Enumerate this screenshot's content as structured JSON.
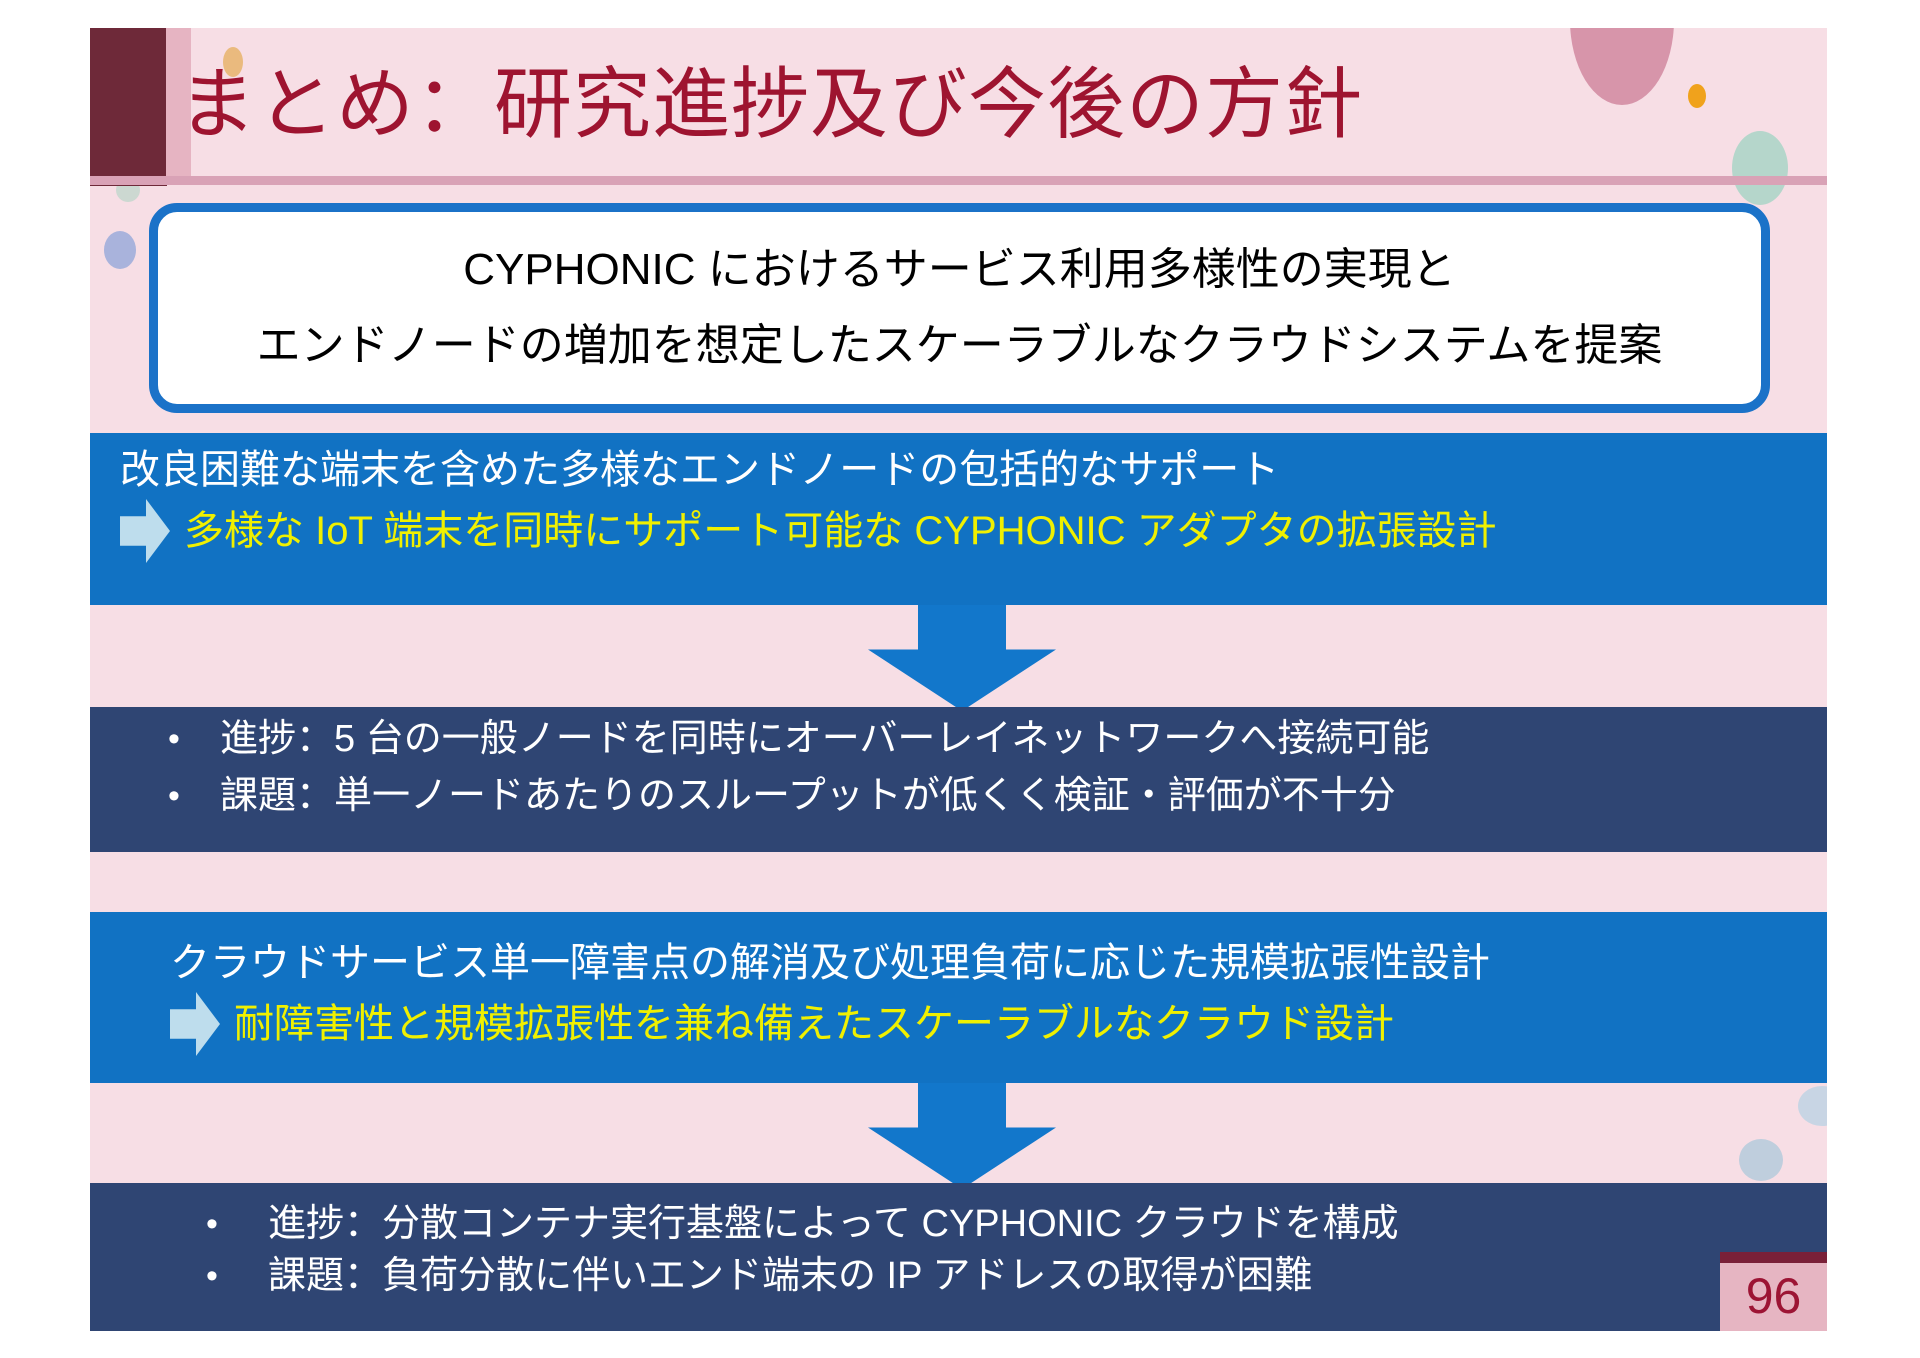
{
  "slide": {
    "title": "まとめ：研究進捗及び今後の方針",
    "page_number": "96",
    "bullet_char": "•",
    "proposal_box": {
      "line1": "CYPHONIC におけるサービス利用多様性の実現と",
      "line2": "エンドノードの増加を想定したスケーラブルなクラウドシステムを提案"
    },
    "topic1": {
      "heading": "改良困難な端末を含めた多様なエンドノードの包括的なサポート",
      "approach": "多様な IoT 端末を同時にサポート可能な CYPHONIC アダプタの拡張設計"
    },
    "status1": {
      "items": [
        "進捗：5 台の一般ノードを同時にオーバーレイネットワークへ接続可能",
        "課題：単一ノードあたりのスループットが低くく検証・評価が不十分"
      ]
    },
    "topic2": {
      "heading": "クラウドサービス単一障害点の解消及び処理負荷に応じた規模拡張性設計",
      "approach": "耐障害性と規模拡張性を兼ね備えたスケーラブルなクラウド設計"
    },
    "status2": {
      "items": [
        "進捗：分散コンテナ実行基盤によって CYPHONIC クラウドを構成",
        "課題：負荷分散に伴いエンド端末の IP アドレスの取得が困難"
      ]
    },
    "colors": {
      "slide_background": "#f7dee5",
      "title_text": "#9e1430",
      "maroon_block": "#6e2939",
      "divider_pink": "#d9a2b6",
      "box_border_blue": "#1b72c8",
      "banner_blue": "#1172c3",
      "banner_navy": "#2f4573",
      "highlight_yellow": "#f0f000",
      "arrow_icon_paleblue": "#bedded",
      "big_arrow_blue": "#1277cb",
      "page_box_pink": "#e6b5c2",
      "page_box_strip": "#7a2038",
      "page_number_text": "#9c1434"
    }
  }
}
